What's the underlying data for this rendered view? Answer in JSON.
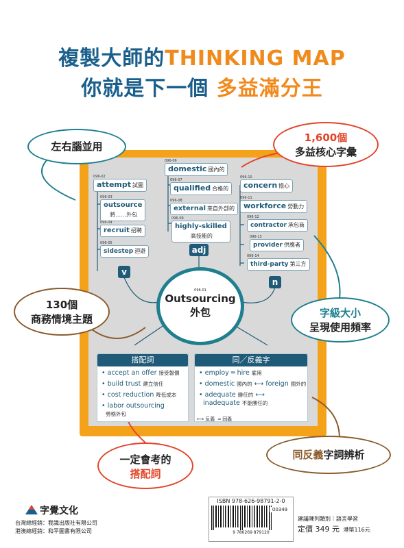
{
  "headline": {
    "line1_prefix": "複製大師的",
    "line1_accent": "THINKING MAP",
    "line2_prefix": "你就是下一個",
    "line2_accent": "多益滿分王"
  },
  "callouts": {
    "brain": "左右腦並用",
    "words_count": "1,600個",
    "words_label": "多益核心字彙",
    "topics_count": "130個",
    "topics_label": "商務情境主題",
    "size_line1": "字級大小",
    "size_line2": "呈現使用頻率",
    "collocation_line1": "一定會考的",
    "collocation_line2": "搭配詞",
    "antonym_accent": "同反義",
    "antonym_rest": "字詞辨析"
  },
  "map": {
    "center_num": "096-01",
    "center_en": "Outsourcing",
    "center_zh": "外包",
    "adj_label": "adj",
    "v_label": "v",
    "n_label": "n",
    "verbs": [
      {
        "num": "096-02",
        "en": "attempt",
        "zh": "試圖"
      },
      {
        "num": "096-03",
        "en": "outsource",
        "zh": "將……外包"
      },
      {
        "num": "096-04",
        "en": "recruit",
        "zh": "招聘"
      },
      {
        "num": "096-05",
        "en": "sidestep",
        "zh": "迴避"
      }
    ],
    "adjs": [
      {
        "num": "096-06",
        "en": "domestic",
        "zh": "國內的"
      },
      {
        "num": "096-07",
        "en": "qualified",
        "zh": "合格的"
      },
      {
        "num": "096-08",
        "en": "external",
        "zh": "來自外部的"
      },
      {
        "num": "096-09",
        "en": "highly-skilled",
        "zh": "高技能的"
      }
    ],
    "nouns": [
      {
        "num": "096-10",
        "en": "concern",
        "zh": "擔心"
      },
      {
        "num": "096-11",
        "en": "workforce",
        "zh": "勞動力"
      },
      {
        "num": "096-12",
        "en": "contractor",
        "zh": "承包商"
      },
      {
        "num": "096-13",
        "en": "provider",
        "zh": "供應者"
      },
      {
        "num": "096-14",
        "en": "third-party",
        "zh": "第三方"
      }
    ],
    "collocation_header": "搭配詞",
    "collocations": [
      {
        "en": "accept an offer",
        "zh": "接受報價"
      },
      {
        "en": "build trust",
        "zh": "建立信任"
      },
      {
        "en": "cost reduction",
        "zh": "降低成本"
      },
      {
        "en": "labor outsourcing",
        "zh": "勞務外包"
      }
    ],
    "synonym_header": "同／反義字",
    "syn1_a": "employ",
    "syn1_sym": "═",
    "syn1_b": "hire",
    "syn1_zh": "雇用",
    "syn2_a": "domestic",
    "syn2_a_zh": "國內的",
    "syn2_sym": "⟷",
    "syn2_b": "foreign",
    "syn2_b_zh": "國外的",
    "syn3_a": "adequate",
    "syn3_a_zh": "勝任的",
    "syn3_sym": "⟷",
    "syn3_b": "inadequate",
    "syn3_b_zh": "不能勝任的",
    "legend_anto_sym": "⟷",
    "legend_anto": "反義",
    "legend_syn_sym": "═",
    "legend_syn": "同義"
  },
  "footer": {
    "publisher": "字覺文化",
    "tw_dist": "台灣總經銷：我識出版社有限公司",
    "hk_dist": "港澳總經銷：和平圖書有限公司",
    "isbn": "ISBN 978-626-98791-2-0",
    "barcode_num": "9 786269 879120",
    "addon": "00349",
    "category": "建議陳列類別｜語言學習",
    "price_label": "定價",
    "price": "349",
    "price_unit": "元",
    "hk_price": "港幣116元"
  },
  "colors": {
    "blue": "#1a5f8c",
    "orange": "#f08a1c",
    "board": "#f5a21b",
    "red": "#e2452a",
    "teal": "#1f7f8f",
    "brown": "#8a5a2b"
  }
}
